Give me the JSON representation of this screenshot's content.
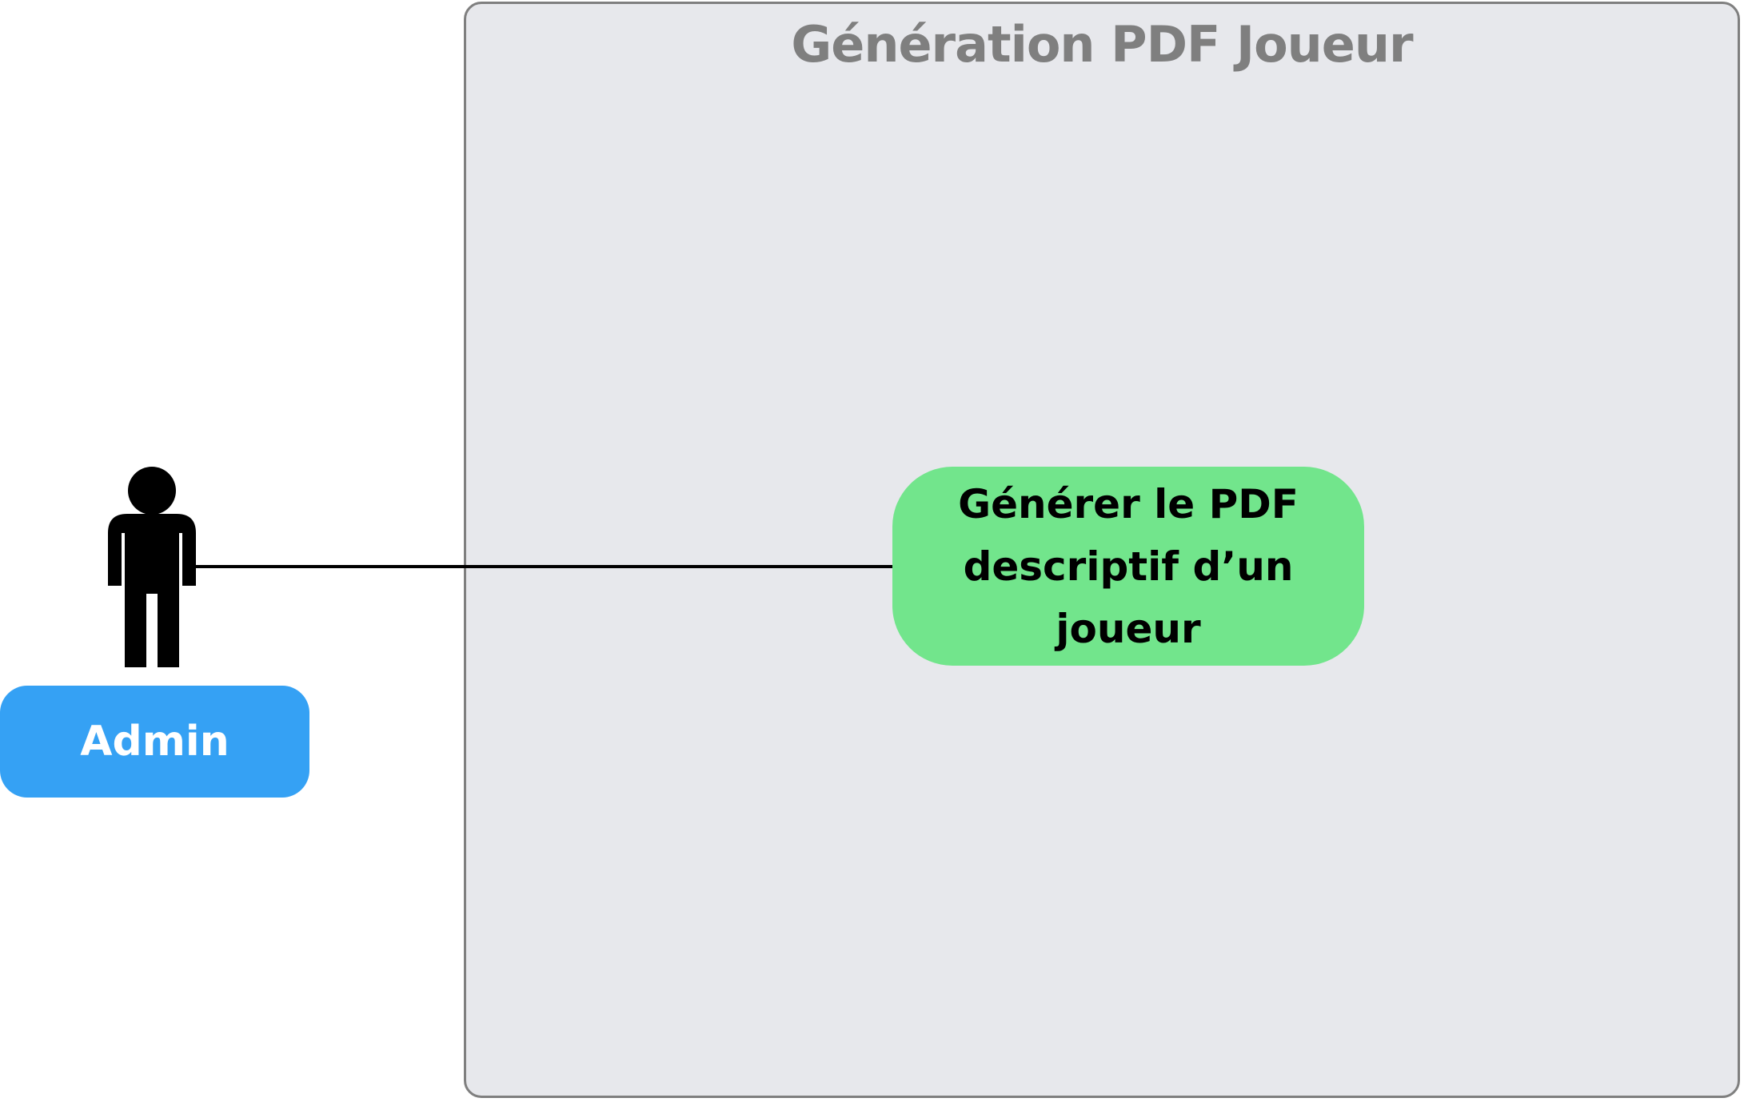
{
  "system": {
    "title": "Génération PDF Joueur",
    "background_color": "#e7e8ec",
    "border_color": "#7f7f7f"
  },
  "actor": {
    "label": "Admin",
    "icon": "person-icon",
    "label_color": "#35a1f4"
  },
  "use_case": {
    "label": "Générer le PDF descriptif d’un joueur",
    "color": "#72e58c"
  },
  "association": {
    "from": "Admin",
    "to": "Générer le PDF descriptif d’un joueur"
  }
}
